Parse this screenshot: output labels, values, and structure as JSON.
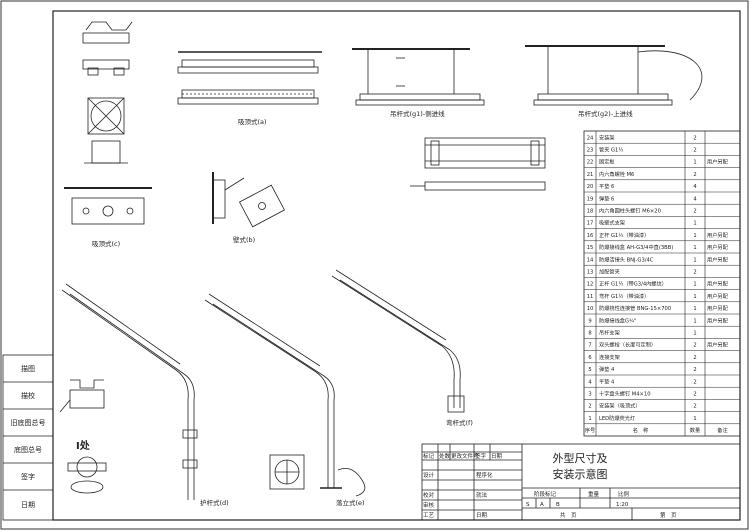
{
  "views": {
    "ceiling_a": "吸顶式(a)",
    "pendant_g1": "吊杆式(g1)-侧进线",
    "pendant_g2": "吊杆式(g2)-上进线",
    "ceiling_c": "吸顶式(c)",
    "wall_b": "壁式(b)",
    "pole_arm": "护杆式(d)",
    "floor": "落立式(e)",
    "pole_f": "弯杆式(f)",
    "detail_label": "I处"
  },
  "parts_table": {
    "rows": [
      {
        "no": "24",
        "name": "安装架",
        "qty": "2",
        "note": ""
      },
      {
        "no": "23",
        "name": "管夹 G1½",
        "qty": "2",
        "note": ""
      },
      {
        "no": "22",
        "name": "固定板",
        "qty": "1",
        "note": "用户另配"
      },
      {
        "no": "21",
        "name": "内六角螺栓 M6",
        "qty": "2",
        "note": ""
      },
      {
        "no": "20",
        "name": "平垫 6",
        "qty": "4",
        "note": ""
      },
      {
        "no": "19",
        "name": "弹垫 6",
        "qty": "4",
        "note": ""
      },
      {
        "no": "18",
        "name": "内六角圆柱头螺钉 M6×20",
        "qty": "2",
        "note": ""
      },
      {
        "no": "17",
        "name": "吸壁式支架",
        "qty": "1",
        "note": ""
      },
      {
        "no": "16",
        "name": "正杆 G1½（带油漆）",
        "qty": "1",
        "note": "用户另配"
      },
      {
        "no": "15",
        "name": "防爆接线盒 AH-G3/4中直(3BB)",
        "qty": "1",
        "note": "用户另配"
      },
      {
        "no": "14",
        "name": "防爆活接头 BNJ-G3/4C",
        "qty": "1",
        "note": "用户另配"
      },
      {
        "no": "13",
        "name": "加配管夹",
        "qty": "2",
        "note": ""
      },
      {
        "no": "12",
        "name": "正杆 G1½（带G3/4内螺纹）",
        "qty": "1",
        "note": "用户另配"
      },
      {
        "no": "11",
        "name": "弯杆 G1½（带油漆）",
        "qty": "1",
        "note": "用户另配"
      },
      {
        "no": "10",
        "name": "防爆挠性连接管 BNG-15×700",
        "qty": "1",
        "note": "用户另配"
      },
      {
        "no": "9",
        "name": "防爆接线盒G¾\"",
        "qty": "1",
        "note": "用户另配"
      },
      {
        "no": "8",
        "name": "吊杆支架",
        "qty": "1",
        "note": ""
      },
      {
        "no": "7",
        "name": "双头螺栓（长度可定制）",
        "qty": "2",
        "note": "用户另配"
      },
      {
        "no": "6",
        "name": "连接支架",
        "qty": "2",
        "note": ""
      },
      {
        "no": "5",
        "name": "弹垫 4",
        "qty": "2",
        "note": ""
      },
      {
        "no": "4",
        "name": "平垫 4",
        "qty": "2",
        "note": ""
      },
      {
        "no": "3",
        "name": "十字盘头螺钉 M4×10",
        "qty": "2",
        "note": ""
      },
      {
        "no": "2",
        "name": "安装架（吸顶式）",
        "qty": "2",
        "note": ""
      },
      {
        "no": "1",
        "name": "LED防爆荧光灯",
        "qty": "1",
        "note": ""
      }
    ],
    "header": {
      "no": "序号",
      "name": "名　称",
      "qty": "数量",
      "note": "备注"
    }
  },
  "title_block": {
    "title_line1": "外型尺寸及",
    "title_line2": "安装示意图",
    "rev_headers": [
      "标记",
      "处数",
      "更改文件号",
      "签字",
      "日期"
    ],
    "roles": [
      "设计",
      "校对",
      "审核",
      "工艺"
    ],
    "signers": [
      "程序化",
      "就法",
      "",
      "日期"
    ],
    "stage_label": "阶段标记",
    "weight_label": "重量",
    "scale_label": "比例",
    "stages": [
      "S",
      "A",
      "B"
    ],
    "scale_value": "1:20",
    "sheet_total": "共　页",
    "sheet_no": "第　页"
  },
  "side_block": {
    "labels": [
      "描图",
      "描校",
      "旧底图总号",
      "底图总号",
      "签字",
      "日期"
    ]
  }
}
